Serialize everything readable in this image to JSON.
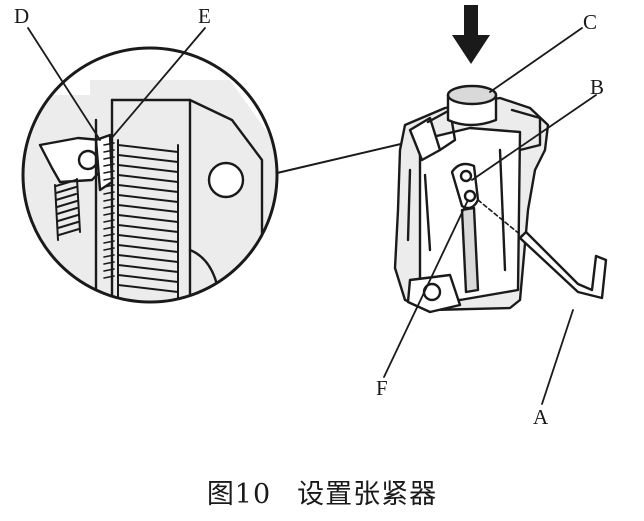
{
  "labels": {
    "D": "D",
    "E": "E",
    "C": "C",
    "B": "B",
    "F": "F",
    "A": "A"
  },
  "caption": {
    "number": "图10",
    "title": "设置张紧器"
  },
  "icons": {
    "push_arrow": "down-arrow-icon",
    "hex_key": "allen-key-icon"
  },
  "colors": {
    "ink": "#1a1a1a",
    "shade": "#d9d9d9",
    "light_shade": "#ececec",
    "paper": "#ffffff"
  }
}
